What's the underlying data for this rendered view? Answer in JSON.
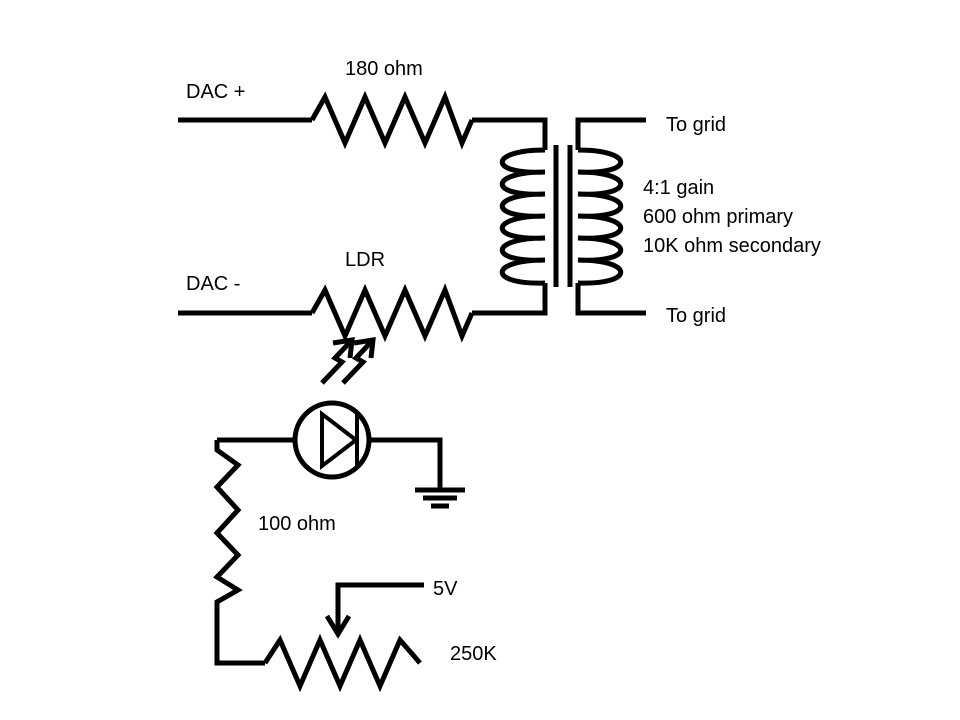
{
  "labels": {
    "dac_plus": "DAC +",
    "dac_minus": "DAC -",
    "resistor_top": "180 ohm",
    "ldr": "LDR",
    "to_grid_top": "To grid",
    "to_grid_bottom": "To grid",
    "gain": "4:1 gain",
    "primary": "600 ohm primary",
    "secondary": "10K ohm secondary",
    "led_resistor": "100 ohm",
    "supply": "5V",
    "pot": "250K"
  }
}
